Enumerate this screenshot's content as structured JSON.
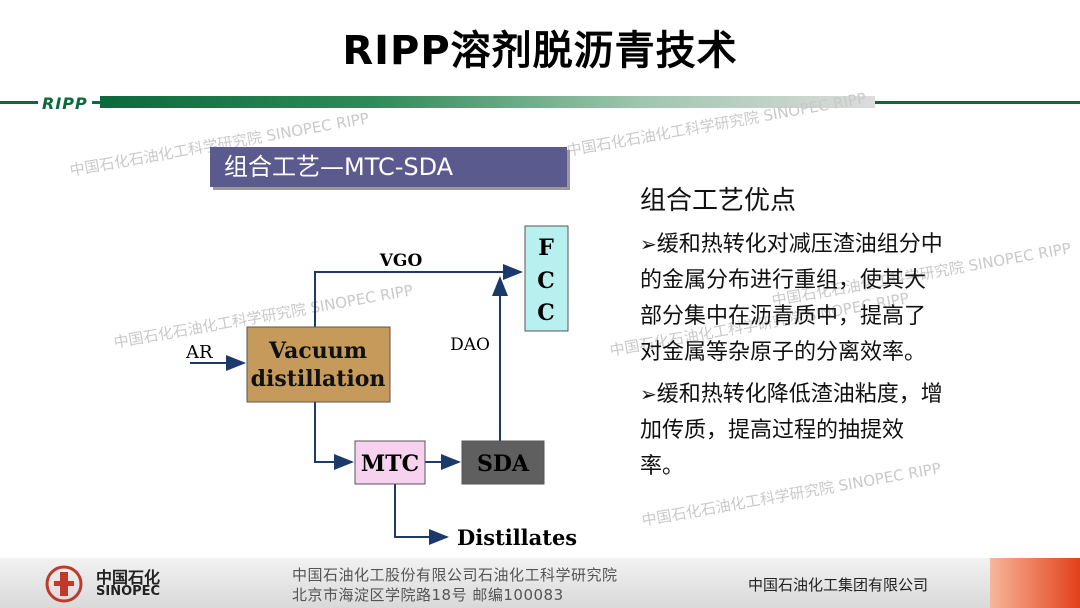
{
  "title": "RIPP溶剂脱沥青技术",
  "header": {
    "logo_text": "RIPP"
  },
  "watermarks": [
    "中国石化石油化工科学研究院 SINOPEC RIPP",
    "中国石化石油化工科学研究院 SINOPEC RIPP",
    "中国石化石油化工科学研究院 SINOPEC RIPP",
    "中国石化石油化工科学研究院 SINOPEC RIPP",
    "中国石化石油化工科学研究院 SINOPEC RIPP",
    "中国石化石油化工科学研究院 SINOPEC RIPP"
  ],
  "section_label": "组合工艺—MTC-SDA",
  "diagram": {
    "input_label": "AR",
    "vacuum_line1": "Vacuum",
    "vacuum_line2": "distillation",
    "vgo_label": "VGO",
    "fcc_f": "F",
    "fcc_c1": "C",
    "fcc_c2": "C",
    "dao_label": "DAO",
    "mtc_label": "MTC",
    "sda_label": "SDA",
    "distillates_label": "Distillates",
    "colors": {
      "vacuum": "#c69a5a",
      "fcc": "#b7f0ee",
      "mtc": "#f6d2ef",
      "sda": "#5f5f5f"
    }
  },
  "advantages": {
    "heading": "组合工艺优点",
    "bullets": [
      [
        "缓和热转化对减压渣油组分中",
        "的金属分布进行重组，使其大",
        "部分集中在沥青质中，提高了",
        "对金属等杂原子的分离效率。"
      ],
      [
        "缓和热转化降低渣油粘度，增",
        "加传质，提高过程的抽提效",
        "率。"
      ]
    ],
    "bullet_marker": "➢"
  },
  "footer": {
    "sinopec_cn": "中国石化",
    "sinopec_en": "SINOPEC",
    "line1": "中国石油化工股份有限公司石油化工科学研究院",
    "line2": "北京市海淀区学院路18号   邮编100083",
    "right": "中国石油化工集团有限公司"
  }
}
